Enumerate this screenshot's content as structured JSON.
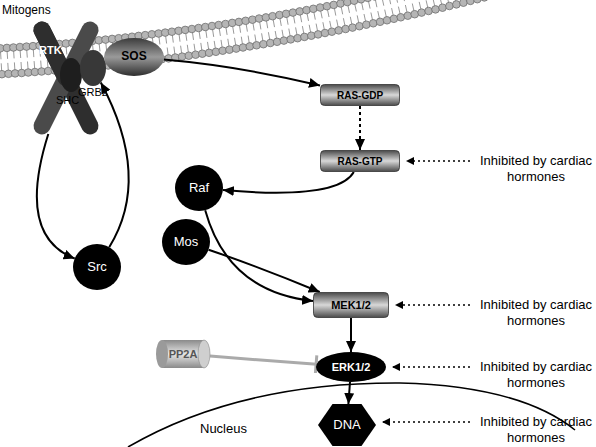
{
  "diagram": {
    "nodes": [
      {
        "text": [
          "RTK"
        ]
      },
      {
        "text": [
          "SHC"
        ]
      },
      {
        "text": [
          "GRB2"
        ]
      },
      {
        "text": [
          "SOS"
        ]
      },
      {
        "text": [
          "RAS-GDP"
        ]
      },
      {
        "text": [
          "RAS-GTP"
        ]
      },
      {
        "text": [
          "Raf"
        ]
      },
      {
        "text": [
          "Mos"
        ]
      },
      {
        "text": [
          "Src"
        ]
      },
      {
        "text": [
          "MEK1/2"
        ]
      },
      {
        "text": [
          "PP2A"
        ]
      },
      {
        "text": [
          "ERK1/2"
        ]
      },
      {
        "text": [
          "DNA"
        ]
      }
    ],
    "edges": [
      {
        "from": 0,
        "to": 8,
        "arrow": "to"
      },
      {
        "from": 8,
        "to": 2,
        "arrow": "to"
      },
      {
        "from": 3,
        "to": 4,
        "arrow": "to"
      },
      {
        "from": 4,
        "to": 5,
        "arrow": "to"
      },
      {
        "from": 5,
        "to": 6,
        "arrow": "to"
      },
      {
        "from": 6,
        "to": 9,
        "arrow": "to"
      },
      {
        "from": 7,
        "to": 9,
        "arrow": "to"
      },
      {
        "from": 9,
        "to": 11,
        "arrow": "to"
      },
      {
        "from": 10,
        "to": 11,
        "arrow": "to"
      },
      {
        "from": 11,
        "to": 12,
        "arrow": "to"
      }
    ],
    "labels": [
      "Mitogens",
      "Nucleus",
      "Inhibited by cardiac hormones",
      "Inhibited by cardiac hormones",
      "Inhibited by cardiac hormones",
      "Inhibited by cardiac hormones"
    ]
  }
}
